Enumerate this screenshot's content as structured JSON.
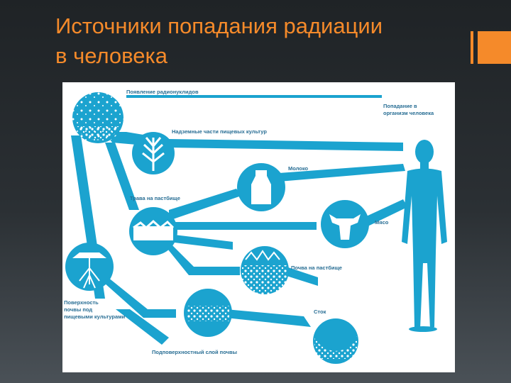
{
  "slide": {
    "title_line1": "Источники попадания радиации",
    "title_line2": "в человека"
  },
  "diagram": {
    "labels": {
      "radionuclides": "Появление радионуклидов",
      "crops": "Надземные части пищевых культур",
      "milk": "Молоко",
      "pasture_grass": "Трава на пастбище",
      "meat": "Мясо",
      "pasture_soil": "Почва на пастбище",
      "soil_surface_1": "Поверхность",
      "soil_surface_2": "почвы под",
      "soil_surface_3": "пищевыми культурами",
      "runoff": "Сток",
      "subsurface": "Подповерхностный слой почвы",
      "human_1": "Попадание в",
      "human_2": "организм человека"
    },
    "colors": {
      "primary": "#1ba3cf",
      "label": "#2a6f95",
      "accent": "#f58a2a"
    }
  }
}
